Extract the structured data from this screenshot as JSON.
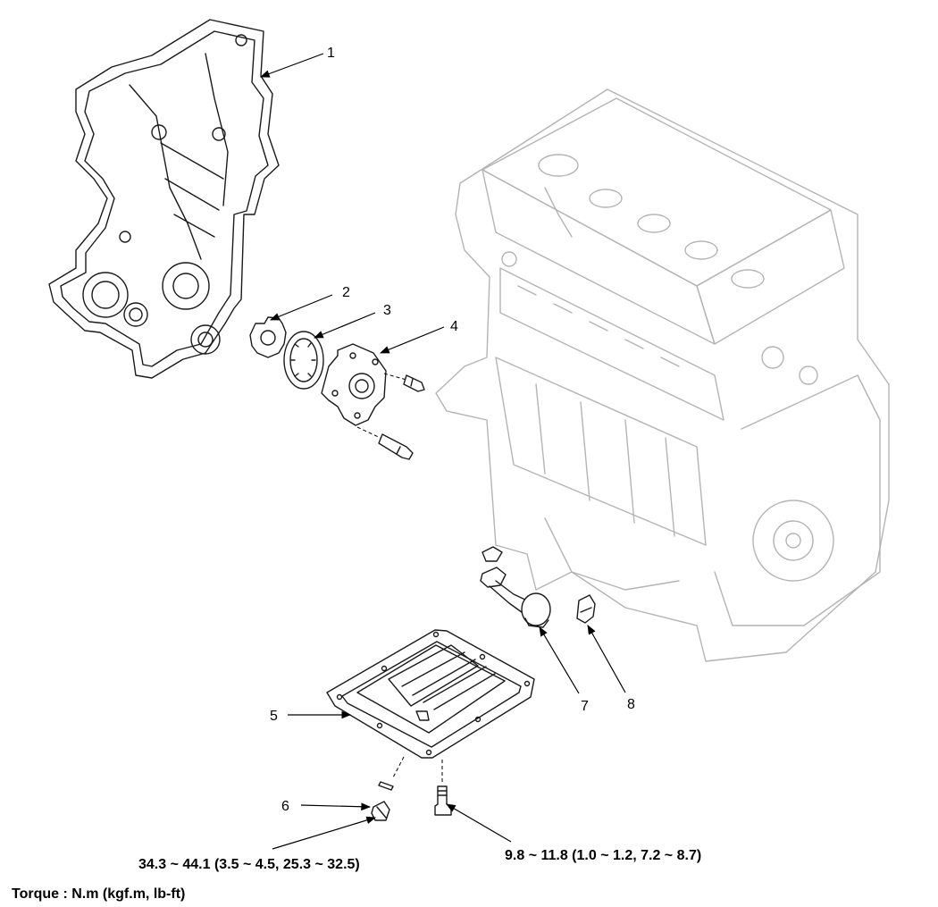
{
  "callouts": {
    "n1": "1",
    "n2": "2",
    "n3": "3",
    "n4": "4",
    "n5": "5",
    "n6": "6",
    "n7": "7",
    "n8": "8"
  },
  "torque": {
    "drain_plug": "34.3 ~ 44.1 (3.5 ~ 4.5, 25.3 ~ 32.5)",
    "oil_pan_bolt": "9.8 ~ 11.8 (1.0 ~ 1.2, 7.2 ~ 8.7)",
    "unit_note": "Torque : N.m (kgf.m, lb-ft)"
  }
}
